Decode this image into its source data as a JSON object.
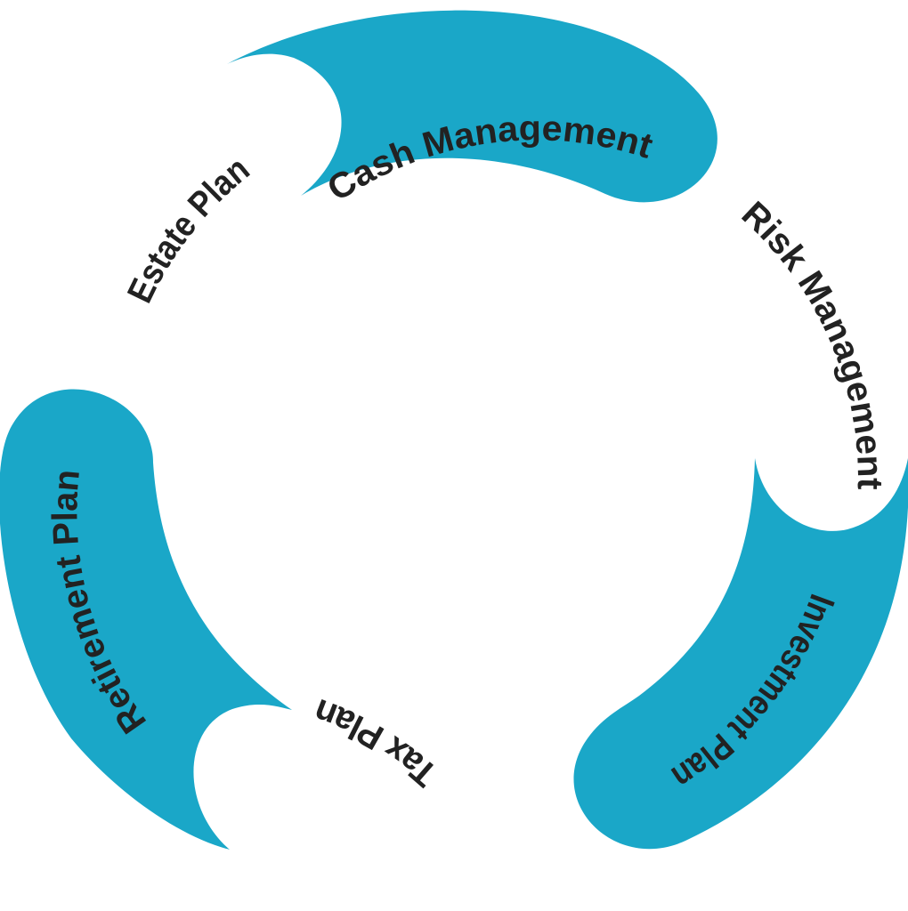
{
  "diagram": {
    "accent_color": "#1aa7c8",
    "text_color": "#222222",
    "background_color": "#ffffff",
    "stages": [
      {
        "label": "Cash Management",
        "style": "filled"
      },
      {
        "label": "Risk Management",
        "style": "plain"
      },
      {
        "label": "Investment Plan",
        "style": "filled"
      },
      {
        "label": "Tax Plan",
        "style": "plain"
      },
      {
        "label": "Retirement Plan",
        "style": "filled"
      },
      {
        "label": "Estate Plan",
        "style": "plain"
      }
    ]
  }
}
